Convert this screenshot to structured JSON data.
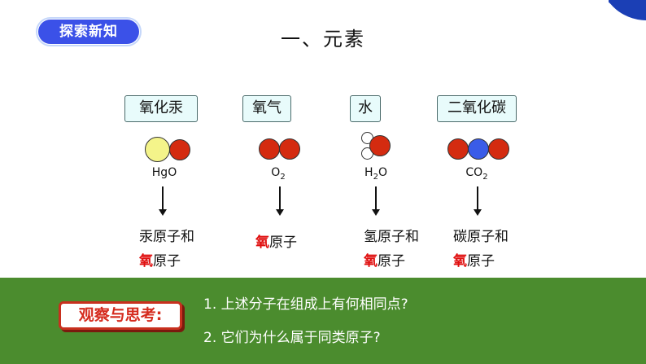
{
  "header": {
    "badge": "探索新知",
    "title": "一、元素"
  },
  "colors": {
    "badge_bg": "#3b51e8",
    "label_bg": "#e8fbfb",
    "oxygen_atom": "#d42b10",
    "mercury_atom": "#f4f48a",
    "carbon_atom": "#3a5ce8",
    "hydrogen_atom": "#ffffff",
    "highlight_text": "#e01010",
    "bottom_bg": "#4b8c2e"
  },
  "molecules": [
    {
      "name": "氧化汞",
      "formula_main": "HgO",
      "formula_sub": "",
      "formula_tail": "",
      "result_line1": "汞原子和",
      "result_line2_red": "氧",
      "result_line2_rest": "原子"
    },
    {
      "name": "氧气",
      "formula_main": "O",
      "formula_sub": "2",
      "formula_tail": "",
      "result_line1_red": "氧",
      "result_line1_rest": "原子"
    },
    {
      "name": "水",
      "formula_main": "H",
      "formula_sub": "2",
      "formula_tail": "O",
      "result_line1": "氢原子和",
      "result_line2_red": "氧",
      "result_line2_rest": "原子"
    },
    {
      "name": "二氧化碳",
      "formula_main": "CO",
      "formula_sub": "2",
      "formula_tail": "",
      "result_line1": "碳原子和",
      "result_line2_red": "氧",
      "result_line2_rest": "原子"
    }
  ],
  "observe": {
    "label": "观察与思考:",
    "q1": "1. 上述分子在组成上有何相同点?",
    "q2": "2. 它们为什么属于同类原子?"
  }
}
